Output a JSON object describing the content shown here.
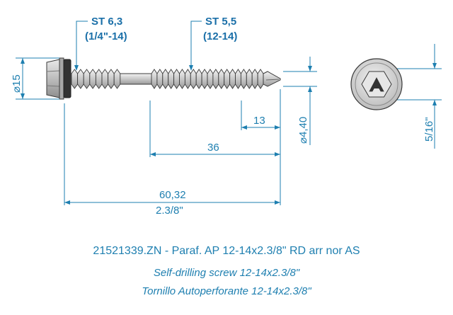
{
  "callouts": {
    "head_thread_size": "ST 6,3",
    "head_thread_pitch": "(1/4\"-14)",
    "tip_thread_size": "ST 5,5",
    "tip_thread_pitch": "(12-14)"
  },
  "dimensions": {
    "head_diameter": "⌀15",
    "tip_length": "13",
    "thread_length": "36",
    "total_length_mm": "60,32",
    "total_length_in": "2.3/8\"",
    "drill_diameter": "⌀4,40",
    "hex_size": "5/16\""
  },
  "captions": {
    "code_line": "21521339.ZN - Paraf. AP 12-14x2.3/8\" RD arr nor AS",
    "english": "Self-drilling screw 12-14x2.3/8\"",
    "spanish": "Tornillo Autoperforante 12-14x2.3/8\""
  },
  "colors": {
    "dimension": "#1e7fb0",
    "callout": "#1a6fa8",
    "screw_fill": "#d8d8d8",
    "screw_outline": "#3a3a3a",
    "washer": "#333333"
  }
}
